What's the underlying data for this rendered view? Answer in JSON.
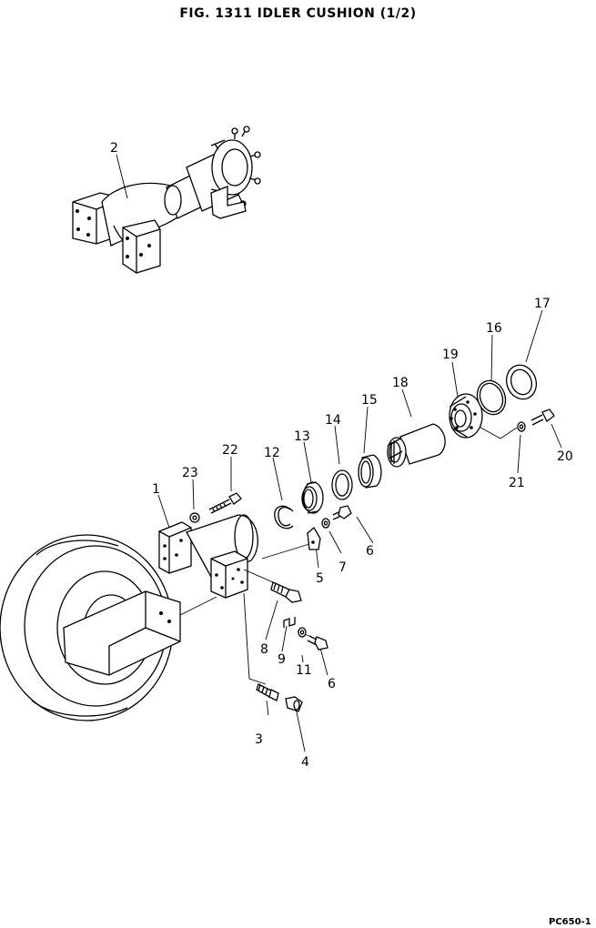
{
  "title": "FIG. 1311   IDLER CUSHION (1/2)",
  "page_code": "PC650-1",
  "callouts": [
    "1",
    "2",
    "3",
    "4",
    "5",
    "6",
    "6",
    "7",
    "8",
    "9",
    "11",
    "12",
    "13",
    "14",
    "15",
    "16",
    "17",
    "18",
    "19",
    "20",
    "21",
    "22",
    "23"
  ]
}
